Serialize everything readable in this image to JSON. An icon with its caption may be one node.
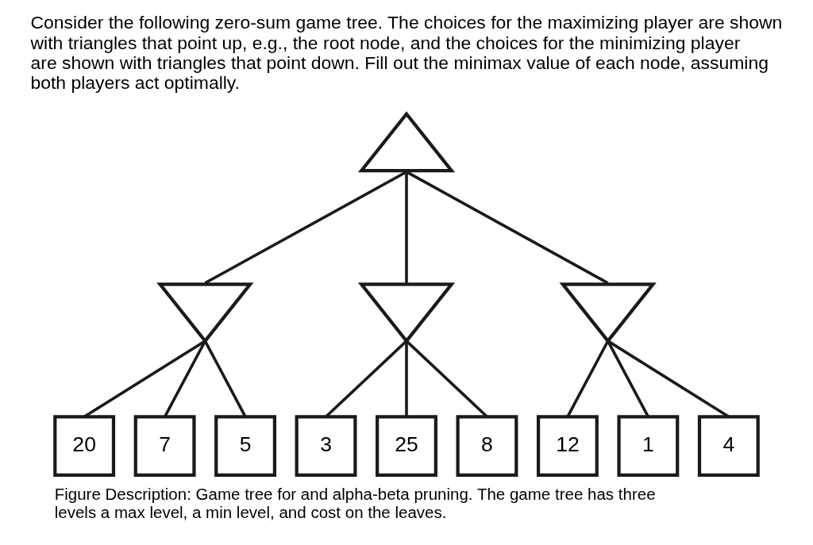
{
  "diagram": {
    "title": "Consider the following zero-sum game tree. The choices for the maximizing player are shown with triangles that point up, e.g., the root node, and the choices for the minimizing player are shown with triangles that point down. Fill out the minimax value of each node, assuming both players act optimally.",
    "caption": "Figure Description: Game tree for and alpha-beta pruning. The game tree has three levels a max level, a min level, and cost on the leaves.",
    "nodes": [
      {
        "text": [],
        "shape": "triangle"
      },
      {
        "text": [],
        "shape": "invtriangle"
      },
      {
        "text": [],
        "shape": "invtriangle"
      },
      {
        "text": [],
        "shape": "invtriangle"
      },
      {
        "text": [
          "20"
        ]
      },
      {
        "text": [
          "7"
        ]
      },
      {
        "text": [
          "5"
        ]
      },
      {
        "text": [
          "3"
        ]
      },
      {
        "text": [
          "25"
        ]
      },
      {
        "text": [
          "8"
        ]
      },
      {
        "text": [
          "12"
        ]
      },
      {
        "text": [
          "1"
        ]
      },
      {
        "text": [
          "4"
        ]
      }
    ],
    "edges": [
      {
        "from": 0,
        "to": 1,
        "arrow": "none"
      },
      {
        "from": 0,
        "to": 2,
        "arrow": "none"
      },
      {
        "from": 0,
        "to": 3,
        "arrow": "none"
      },
      {
        "from": 1,
        "to": 4,
        "arrow": "none"
      },
      {
        "from": 1,
        "to": 5,
        "arrow": "none"
      },
      {
        "from": 1,
        "to": 6,
        "arrow": "none"
      },
      {
        "from": 2,
        "to": 7,
        "arrow": "none"
      },
      {
        "from": 2,
        "to": 8,
        "arrow": "none"
      },
      {
        "from": 2,
        "to": 9,
        "arrow": "none"
      },
      {
        "from": 3,
        "to": 10,
        "arrow": "none"
      },
      {
        "from": 3,
        "to": 11,
        "arrow": "none"
      },
      {
        "from": 3,
        "to": 12,
        "arrow": "none"
      }
    ]
  }
}
